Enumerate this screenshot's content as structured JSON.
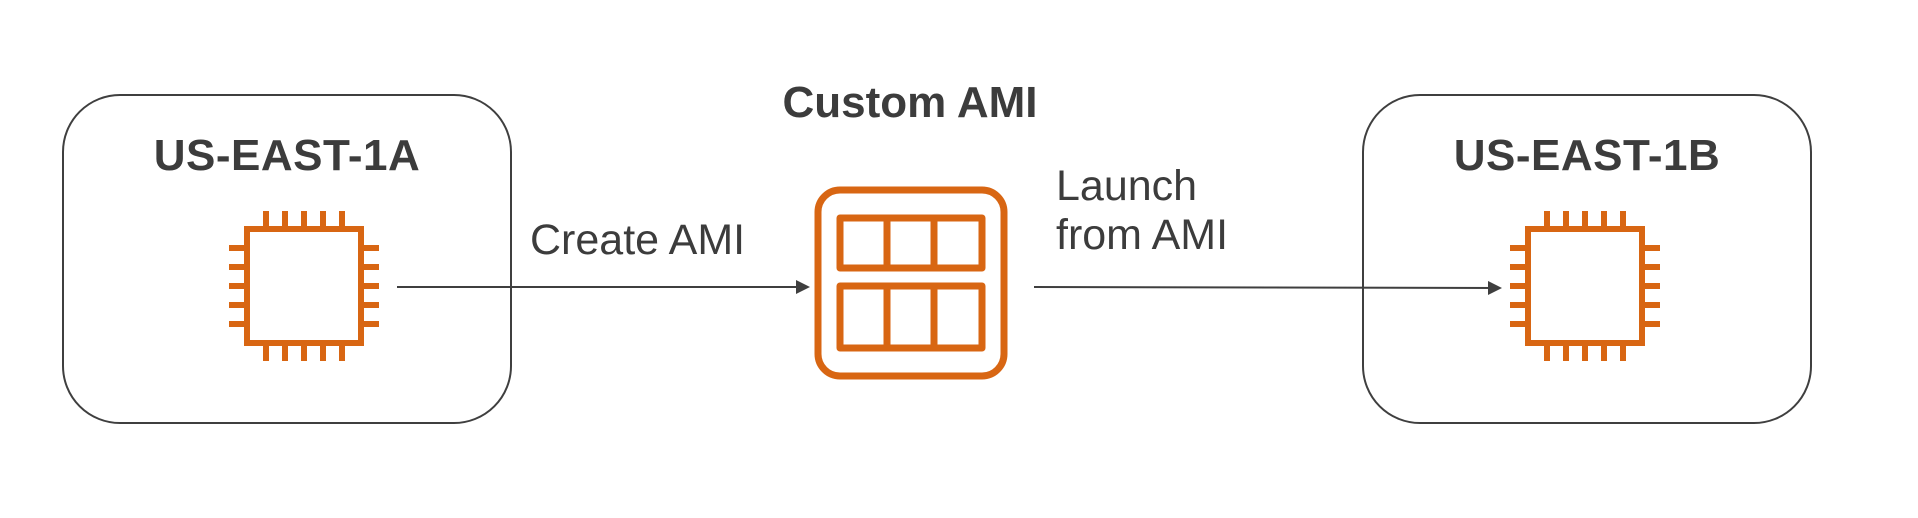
{
  "diagram": {
    "source_zone": {
      "title": "US-EAST-1A",
      "icon": "ec2-instance-chip-icon"
    },
    "target_zone": {
      "title": "US-EAST-1B",
      "icon": "ec2-instance-chip-icon"
    },
    "ami": {
      "title": "Custom AMI",
      "icon": "ami-icon"
    },
    "edges": {
      "create": {
        "label": "Create AMI"
      },
      "launch": {
        "line1": "Launch",
        "line2": "from AMI"
      }
    }
  },
  "colors": {
    "accent_orange": "#D86613",
    "border_dark": "#3F3F3F",
    "text_dark": "#3C3C3C"
  }
}
